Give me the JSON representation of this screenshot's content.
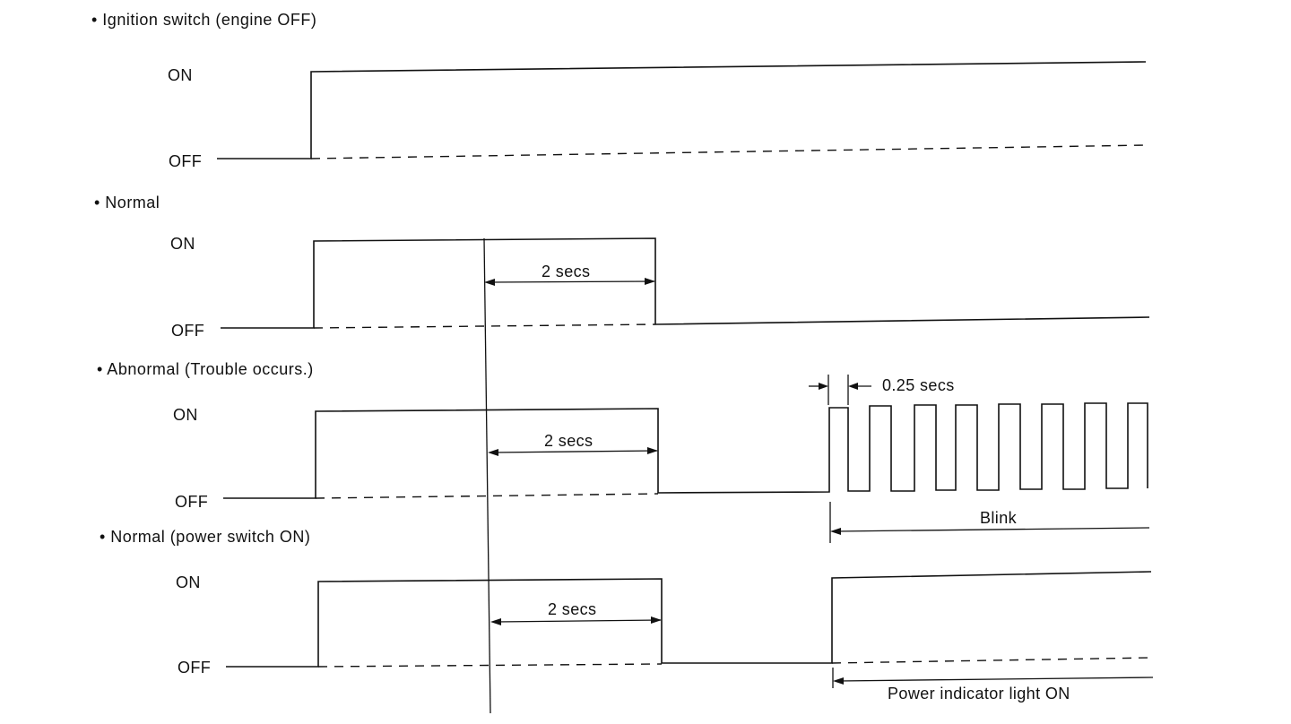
{
  "panels": [
    {
      "title": "• Ignition switch (engine OFF)",
      "on_label": "ON",
      "off_label": "OFF"
    },
    {
      "title": "• Normal",
      "on_label": "ON",
      "off_label": "OFF",
      "duration_label": "2 secs"
    },
    {
      "title": "• Abnormal (Trouble occurs.)",
      "on_label": "ON",
      "off_label": "OFF",
      "duration_label": "2 secs",
      "pulse_label": "0.25 secs",
      "status_label": "Blink"
    },
    {
      "title": "• Normal (power switch ON)",
      "on_label": "ON",
      "off_label": "OFF",
      "duration_label": "2 secs",
      "status_label": "Power indicator light ON"
    }
  ]
}
